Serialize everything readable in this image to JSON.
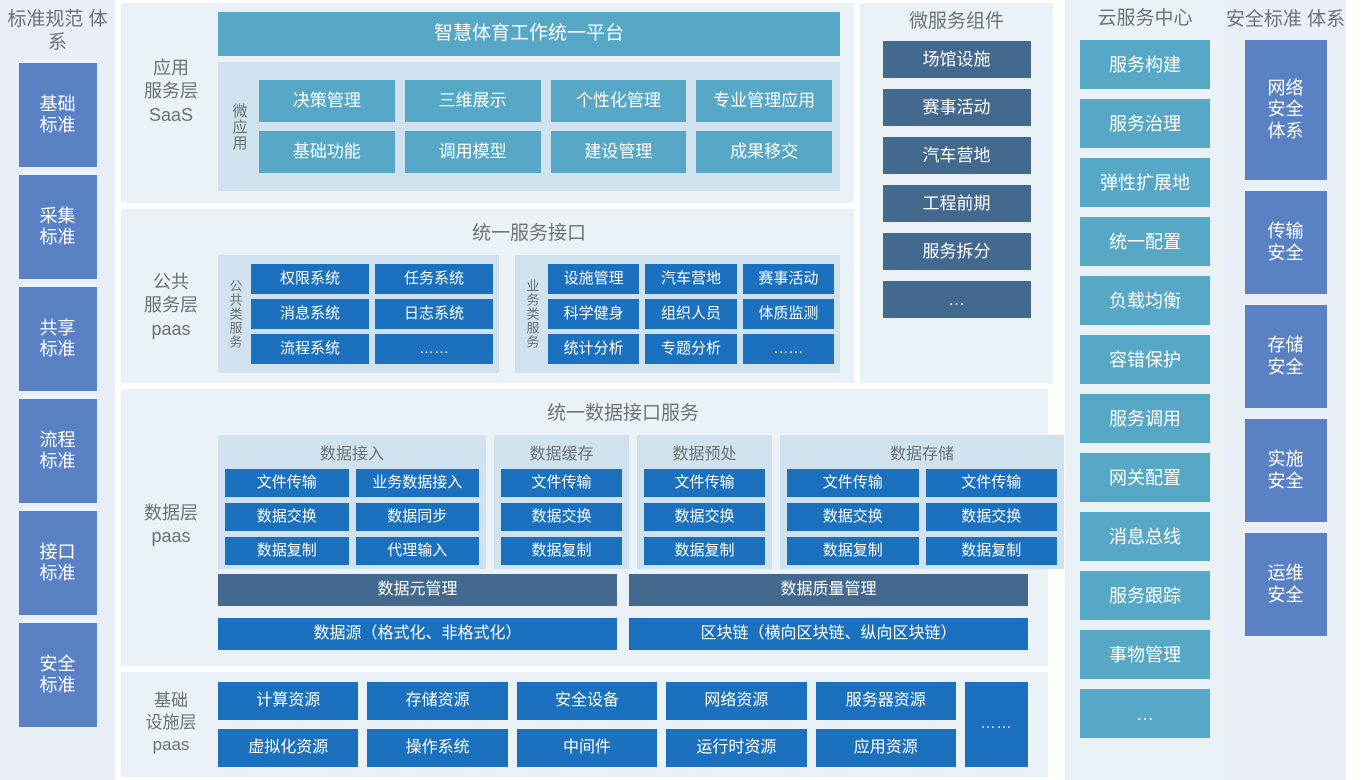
{
  "standards_sidebar": {
    "title": "标准规范\n体系",
    "items": [
      {
        "label": "基础\n标准",
        "height": 104
      },
      {
        "label": "采集\n标准",
        "height": 104
      },
      {
        "label": "共享\n标准",
        "height": 104
      },
      {
        "label": "流程\n标准",
        "height": 104
      },
      {
        "label": "接口\n标准",
        "height": 104
      },
      {
        "label": "安全\n标准",
        "height": 104
      }
    ]
  },
  "application_layer": {
    "layer_label": "应用\n服务层\nSaaS",
    "platform_bar": "智慧体育工作统一平台",
    "group_label": "微应用",
    "apps": [
      "决策管理",
      "三维展示",
      "个性化管理",
      "专业管理应用",
      "基础功能",
      "调用模型",
      "建设管理",
      "成果移交"
    ]
  },
  "public_service_layer": {
    "layer_label": "公共\n服务层\npaas",
    "title": "统一服务接口",
    "groups": [
      {
        "label": "公共类服务",
        "columns": 2,
        "items": [
          "权限系统",
          "任务系统",
          "消息系统",
          "日志系统",
          "流程系统",
          "……"
        ]
      },
      {
        "label": "业务类服务",
        "columns": 3,
        "items": [
          "设施管理",
          "汽车营地",
          "赛事活动",
          "科学健身",
          "组织人员",
          "体质监测",
          "统计分析",
          "专题分析",
          "……"
        ]
      }
    ]
  },
  "data_layer": {
    "layer_label": "数据层\npaas",
    "title": "统一数据接口服务",
    "groups": [
      {
        "title": "数据接入",
        "columns": 2,
        "items": [
          "文件传输",
          "业务数据接入",
          "数据交换",
          "数据同步",
          "数据复制",
          "代理输入"
        ]
      },
      {
        "title": "数据缓存",
        "columns": 1,
        "items": [
          "文件传输",
          "数据交换",
          "数据复制"
        ]
      },
      {
        "title": "数据预处",
        "columns": 1,
        "items": [
          "文件传输",
          "数据交换",
          "数据复制"
        ]
      },
      {
        "title": "数据存储",
        "columns": 2,
        "items": [
          "文件传输",
          "文件传输",
          "数据交换",
          "数据交换",
          "数据复制",
          "数据复制"
        ]
      }
    ],
    "bars": [
      {
        "left": "数据元管理",
        "right": "数据质量管理",
        "style": "slate"
      },
      {
        "left": "数据源（格式化、非格式化）",
        "right": "区块链（横向区块链、纵向区块链）",
        "style": "blue"
      }
    ]
  },
  "infrastructure_layer": {
    "layer_label": "基础\n设施层\npaas",
    "items": [
      "计算资源",
      "存储资源",
      "安全设备",
      "网络资源",
      "服务器资源",
      "虚拟化资源",
      "操作系统",
      "中间件",
      "运行时资源",
      "应用资源"
    ],
    "more_label": "……"
  },
  "microservice_column": {
    "title": "微服务组件",
    "items": [
      "场馆设施",
      "赛事活动",
      "汽车营地",
      "工程前期",
      "服务拆分",
      "…"
    ]
  },
  "cloud_service_column": {
    "title": "云服务中心",
    "items": [
      "服务构建",
      "服务治理",
      "弹性扩展地",
      "统一配置",
      "负载均衡",
      "容错保护",
      "服务调用",
      "网关配置",
      "消息总线",
      "服务跟踪",
      "事物管理",
      "…"
    ]
  },
  "security_column": {
    "title": "安全标准\n体系",
    "items": [
      {
        "label": "网络\n安全\n体系",
        "height": 140
      },
      {
        "label": "传输\n安全",
        "height": 103
      },
      {
        "label": "存储\n安全",
        "height": 103
      },
      {
        "label": "实施\n安全",
        "height": 103
      },
      {
        "label": "运维\n安全",
        "height": 103
      }
    ]
  },
  "colors": {
    "blue_strong": "#1b71bd",
    "blue_slate": "#44698f",
    "teal": "#56a8c6",
    "periwinkle": "#5a81c4",
    "section_bg": "#eaf2f7",
    "group_bg": "#cfe2ee",
    "sidebar_bg": "#e9eef7"
  }
}
